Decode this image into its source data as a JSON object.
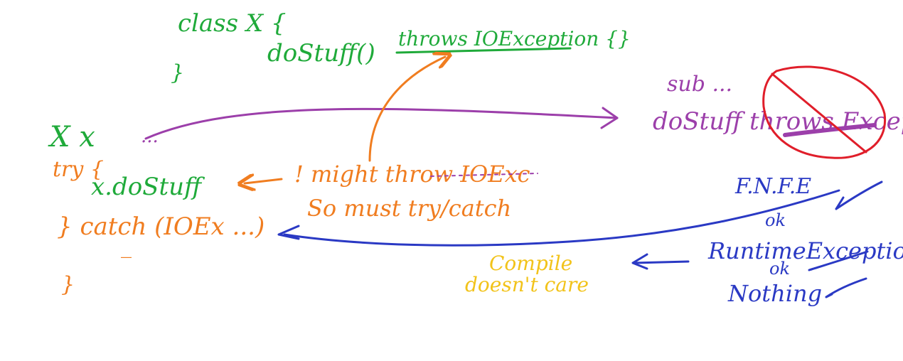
{
  "colors": {
    "green": "#1faa3a",
    "orange": "#f07d20",
    "purple": "#9c3faa",
    "blue": "#2a39c4",
    "yellow": "#f2c31a",
    "red": "#e01e2a"
  },
  "base_class": {
    "class_decl": "class X {",
    "method_decl": "doStuff()",
    "throws_clause": "throws IOException {}",
    "close_brace": "}"
  },
  "usage": {
    "var_decl": "X x",
    "ellipsis": "...",
    "try_open": "try {",
    "call": "x.doStuff",
    "catch": "} catch (IOEx ...)",
    "catch_body": "_",
    "close": "}"
  },
  "notes": {
    "might_throw": "! might throw IOExc",
    "so_must": "So must try/catch"
  },
  "subclass": {
    "sub_decl": "sub ...",
    "override": "doStuff throws Exception"
  },
  "allowed": {
    "fnfe": "F.N.F.E",
    "fnfe_ok": "ok",
    "runtime": "RuntimeException",
    "runtime_ok": "ok",
    "nothing": "Nothing"
  },
  "compile_note": {
    "line1": "Compile",
    "line2": "doesn't care"
  }
}
